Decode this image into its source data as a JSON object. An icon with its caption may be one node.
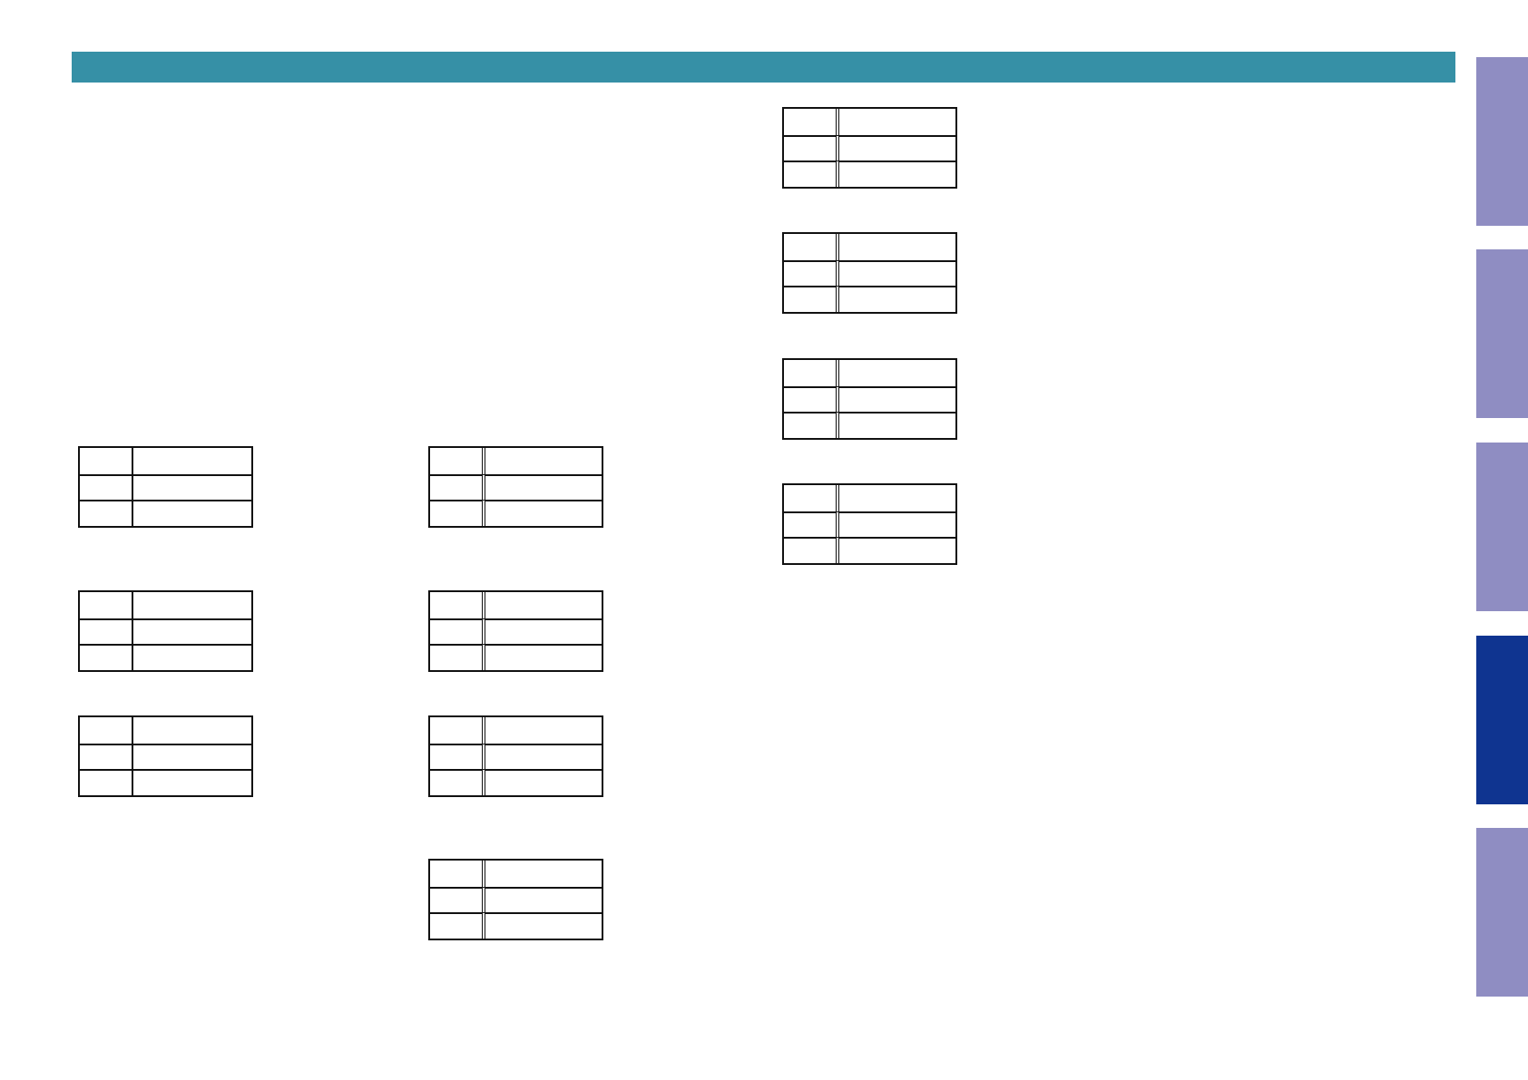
{
  "diagram": {
    "nodes": [
      {
        "text": [],
        "shape": "box"
      },
      {
        "text": [],
        "shape": "box"
      },
      {
        "text": [],
        "shape": "box"
      },
      {
        "text": [],
        "shape": "box"
      },
      {
        "text": [],
        "shape": "box"
      },
      {
        "text": [],
        "shape": "box"
      },
      {
        "text": [],
        "shape": "box"
      },
      {
        "text": [],
        "shape": "box"
      },
      {
        "text": [],
        "shape": "box"
      },
      {
        "text": [],
        "shape": "box"
      },
      {
        "text": [],
        "shape": "box"
      },
      {
        "text": [],
        "shape": "bar"
      },
      {
        "text": [],
        "shape": "bar"
      },
      {
        "text": [],
        "shape": "bar"
      },
      {
        "text": [],
        "shape": "bar"
      },
      {
        "text": [],
        "shape": "bar"
      }
    ]
  }
}
